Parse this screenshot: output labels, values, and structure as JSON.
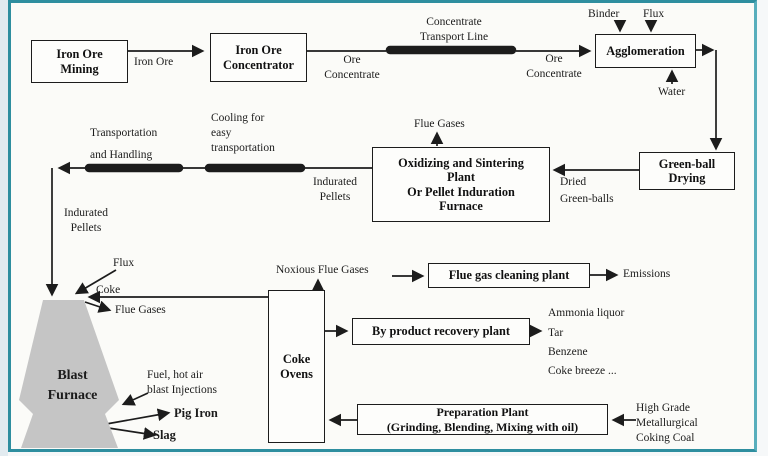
{
  "diagram_title": "Iron ore processing flow diagram",
  "boxes": {
    "iron_ore_mining": "Iron Ore\nMining",
    "iron_ore_concentrator": "Iron Ore\nConcentrator",
    "agglomeration": "Agglomeration",
    "green_ball_drying": "Green-ball\nDrying",
    "oxidizing_sintering": "Oxidizing and Sintering\nPlant\nOr Pellet Induration\nFurnace",
    "flue_gas_cleaning": "Flue gas cleaning plant",
    "by_product_recovery": "By product recovery plant",
    "coke_ovens": "Coke\nOvens",
    "preparation_plant": "Preparation Plant\n(Grinding, Blending, Mixing with oil)"
  },
  "flow_labels": {
    "iron_ore": "Iron Ore",
    "ore_concentrate_1": "Ore\nConcentrate",
    "concentrate_transport_line": "Concentrate\nTransport Line",
    "ore_concentrate_2": "Ore\nConcentrate",
    "binder": "Binder",
    "flux_top": "Flux",
    "water": "Water",
    "transportation_handling": "Transportation\nand Handling",
    "cooling": "Cooling for\neasy\ntransportation",
    "flue_gases_top": "Flue Gases",
    "indurated_pellets_right": "Indurated\nPellets",
    "dried_green_balls": "Dried\nGreen-balls",
    "indurated_pellets_left": "Indurated\nPellets",
    "flux_bottom": "Flux",
    "coke": "Coke",
    "flue_gases_bottom": "Flue Gases",
    "fuel_injections": "Fuel,  hot air\nblast Injections",
    "pig_iron": "Pig Iron",
    "slag": "Slag",
    "blast_furnace": "Blast\nFurnace",
    "noxious_flue_gases": "Noxious Flue Gases",
    "emissions": "Emissions",
    "ammonia_liquor": "Ammonia liquor",
    "tar": "Tar",
    "benzene": "Benzene",
    "coke_breeze": "Coke breeze ...",
    "high_grade_coal": "High Grade\nMetallurgical\nCoking Coal"
  },
  "colors": {
    "frame_teal": "#2e8e9f",
    "line_color": "#1c1c1c",
    "furnace_gray": "#c5c5c5",
    "canvas_bg": "#fbfbf8"
  }
}
